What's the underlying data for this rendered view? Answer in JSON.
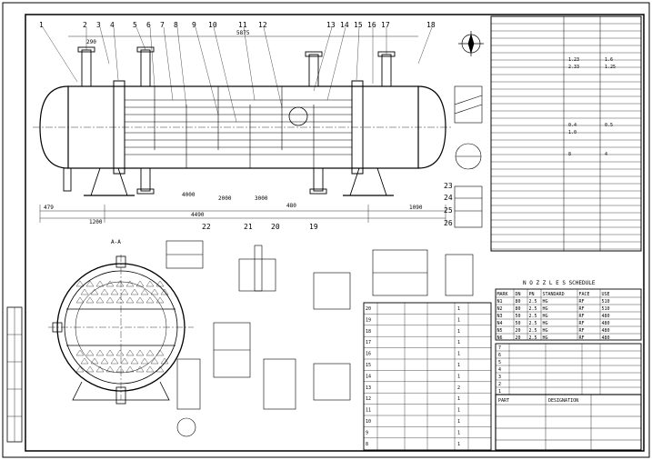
{
  "drawing": {
    "nozzle_schedule_title": "N O Z Z L E S SCHEDULE",
    "section_label": "A-A",
    "dimensions": {
      "d1": "479",
      "d2": "4490",
      "d3": "1090",
      "d4": "480",
      "d5": "2000",
      "d6": "3000",
      "d7": "5875",
      "d8": "4000",
      "d9": "1200",
      "d10": "290"
    },
    "part_numbers": [
      "1",
      "2",
      "3",
      "4",
      "5",
      "6",
      "7",
      "8",
      "9",
      "10",
      "11",
      "12",
      "13",
      "14",
      "15",
      "16",
      "17",
      "18"
    ],
    "lower_part_numbers": [
      "22",
      "21",
      "20",
      "19"
    ],
    "detail_numbers": [
      "23",
      "24",
      "25",
      "26"
    ],
    "schedule_cols": [
      "MARK",
      "DN",
      "PN",
      "STANDARD",
      "FACE",
      "USE"
    ],
    "schedule_rows": [
      {
        "mark": "N1",
        "dn": "80",
        "pn": "2.5",
        "std": "HG",
        "face": "RF",
        "use": "510"
      },
      {
        "mark": "N2",
        "dn": "80",
        "pn": "2.5",
        "std": "HG",
        "face": "RF",
        "use": "510"
      },
      {
        "mark": "N3",
        "dn": "50",
        "pn": "2.5",
        "std": "HG",
        "face": "RF",
        "use": "480"
      },
      {
        "mark": "N4",
        "dn": "50",
        "pn": "2.5",
        "std": "HG",
        "face": "RF",
        "use": "480"
      },
      {
        "mark": "N5",
        "dn": "20",
        "pn": "2.5",
        "std": "HG",
        "face": "RF",
        "use": "480"
      },
      {
        "mark": "N6",
        "dn": "20",
        "pn": "2.5",
        "std": "HG",
        "face": "RF",
        "use": "480"
      }
    ],
    "bom_rows": [
      {
        "no": "20",
        "qty": "1"
      },
      {
        "no": "19",
        "qty": "1"
      },
      {
        "no": "18",
        "qty": "1"
      },
      {
        "no": "17",
        "qty": "1"
      },
      {
        "no": "16",
        "qty": "1"
      },
      {
        "no": "15",
        "qty": "1"
      },
      {
        "no": "14",
        "qty": "1"
      },
      {
        "no": "13",
        "qty": "2"
      },
      {
        "no": "12",
        "qty": "1"
      },
      {
        "no": "11",
        "qty": "1"
      },
      {
        "no": "10",
        "qty": "1"
      },
      {
        "no": "9",
        "qty": "1"
      },
      {
        "no": "8",
        "qty": "1"
      }
    ],
    "right_bom_rows": [
      "7",
      "6",
      "5",
      "4",
      "3",
      "2",
      "1"
    ],
    "spec_values": [
      "1.23",
      "1.6",
      "2.33",
      "1.25",
      "0.4",
      "0.5",
      "1.0",
      "8",
      "4"
    ],
    "title_block": {
      "part": "PART",
      "designation": "DESIGNATION"
    }
  }
}
